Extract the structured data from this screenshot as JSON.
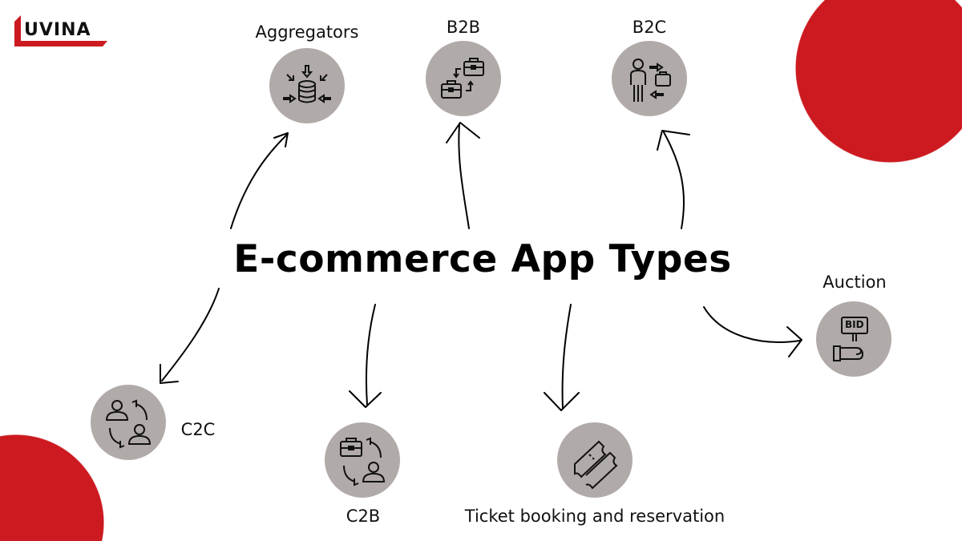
{
  "logo": {
    "text": "UVINA",
    "letter": "L"
  },
  "title": "E-commerce App Types",
  "colors": {
    "accent": "#cc1a20",
    "node": "#b0aaa8"
  },
  "nodes": [
    {
      "label": "Aggregators",
      "icon": "database-merge-icon"
    },
    {
      "label": "B2B",
      "icon": "briefcase-exchange-icon"
    },
    {
      "label": "B2C",
      "icon": "person-to-business-icon"
    },
    {
      "label": "Auction",
      "icon": "bid-paddle-icon",
      "sign": "BID"
    },
    {
      "label": "C2C",
      "icon": "users-exchange-icon"
    },
    {
      "label": "C2B",
      "icon": "consumer-to-business-icon"
    },
    {
      "label": "Ticket booking and reservation",
      "icon": "tickets-icon"
    }
  ]
}
